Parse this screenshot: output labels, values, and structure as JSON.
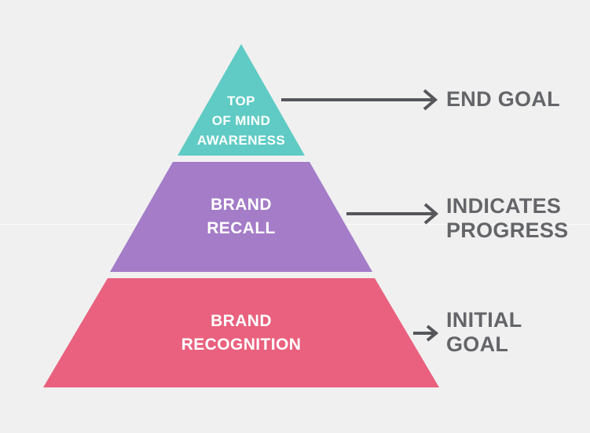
{
  "colors": {
    "background": "#F0F0F1",
    "tier-top": "#5FCBC4",
    "tier-middle": "#A47CC7",
    "tier-bottom": "#E9617E",
    "tier-text": "#FFFFFF",
    "arrow": "#56575B",
    "annotation-text": "#646568"
  },
  "pyramid": {
    "tiers": [
      {
        "lines": [
          "TOP",
          "OF MIND",
          "AWARENESS"
        ]
      },
      {
        "lines": [
          "BRAND",
          "RECALL"
        ]
      },
      {
        "lines": [
          "BRAND",
          "RECOGNITION"
        ]
      }
    ]
  },
  "annotations": [
    {
      "lines": [
        "END GOAL"
      ]
    },
    {
      "lines": [
        "INDICATES",
        "PROGRESS"
      ]
    },
    {
      "lines": [
        "INITIAL",
        "GOAL"
      ]
    }
  ]
}
